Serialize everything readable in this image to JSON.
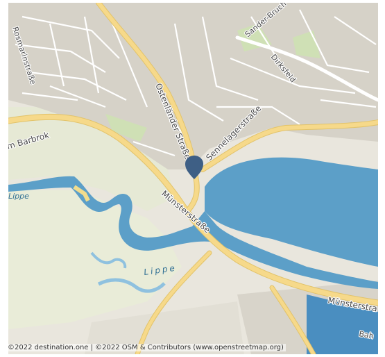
{
  "map": {
    "street_labels": [
      "Rosmarinstraße",
      "Ostenländer Straße",
      "Sennelagerstraße",
      "Sander-Bruch",
      "Dirksfeld",
      "Im Barbrok",
      "Münsterstraße",
      "Münsterstra",
      "Bah"
    ],
    "water_labels": [
      "Lippe",
      "Lippe"
    ],
    "colors": {
      "land": "#e9e6dd",
      "urban": "#d6d2c8",
      "green": "#dde6c8",
      "water": "#5c9fc8",
      "road_major": "#f6d98a",
      "road_minor": "#ffffff",
      "marker": "#3e5f85"
    },
    "marker": {
      "icon": "map-pin-icon"
    },
    "attribution": "©2022 destination.one | ©2022 OSM & Contributors (www.openstreetmap.org)"
  }
}
